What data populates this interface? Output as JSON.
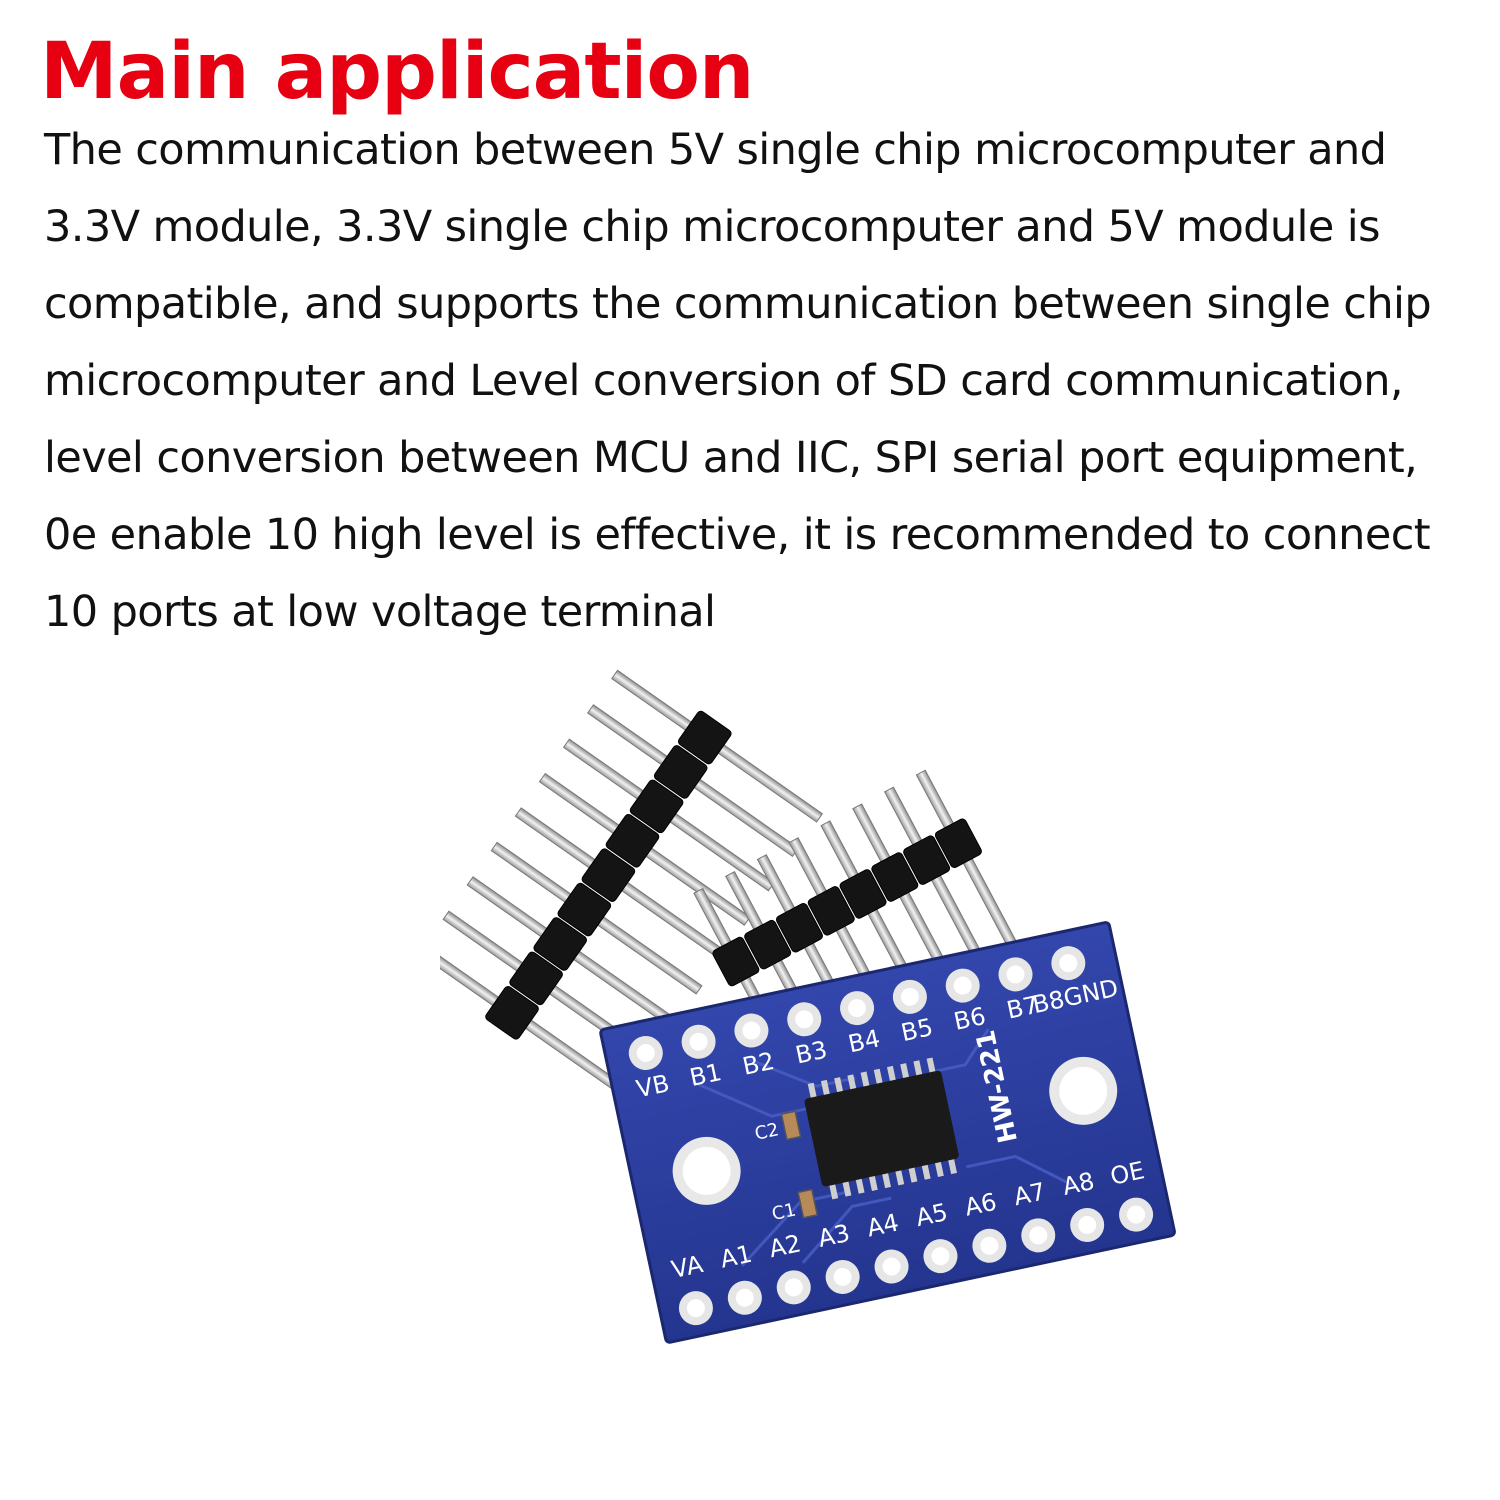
{
  "heading": {
    "title": "Main application"
  },
  "description": {
    "lines": [
      "The communication between 5V single chip microcomputer and",
      "3.3V module, 3.3V single chip microcomputer and 5V module is",
      "compatible, and supports the communication between single chip",
      "microcomputer and Level conversion of SD card communication,",
      "level conversion between MCU and IIC, SPI serial port equipment,",
      "0e enable 10 high level is effective, it is recommended to connect",
      "10 ports at low voltage terminal"
    ]
  },
  "board": {
    "model": "HW-221",
    "top_pins": [
      "VB",
      "B1",
      "B2",
      "B3",
      "B4",
      "B5",
      "B6",
      "B7",
      "B8GND"
    ],
    "bottom_pins": [
      "VA",
      "A1",
      "A2",
      "A3",
      "A4",
      "A5",
      "A6",
      "A7",
      "A8",
      "OE"
    ],
    "capacitors": [
      "C2",
      "C1"
    ],
    "colors": {
      "pcb": "#2c3c9c",
      "silkscreen": "#ffffff",
      "header": "#141414",
      "pin": "#d8d8d8",
      "title": "#e60012"
    }
  }
}
